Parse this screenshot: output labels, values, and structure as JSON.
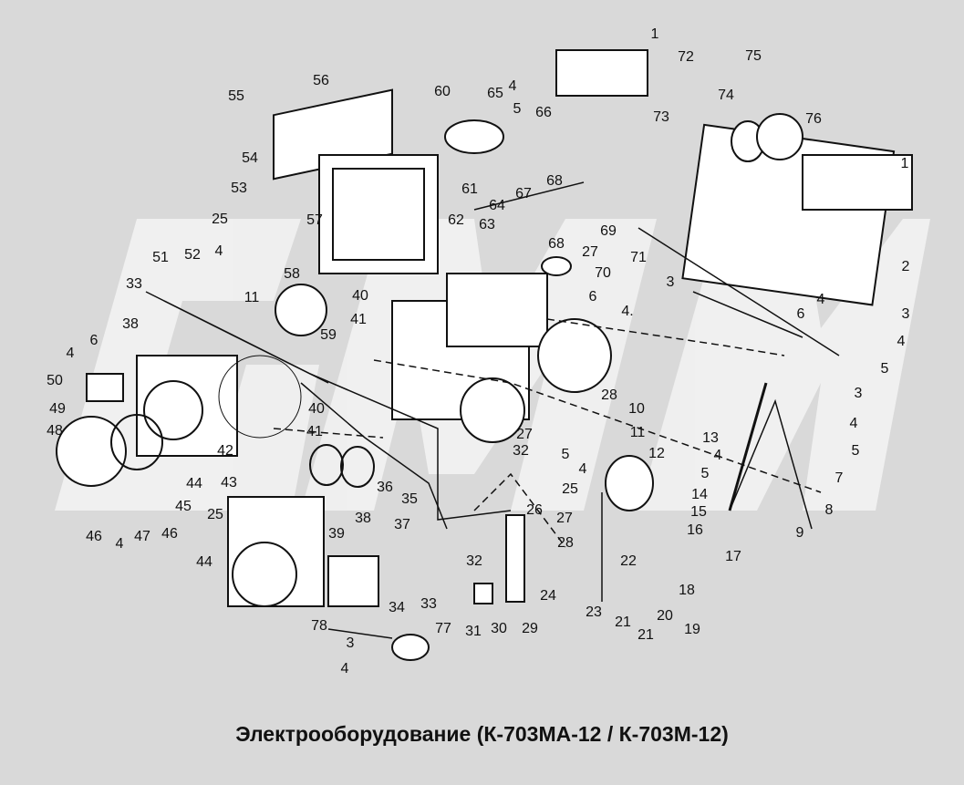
{
  "title": "Электрооборудование (К-703МА-12 / К-703М-12)",
  "callouts": [
    "1",
    "72",
    "65",
    "4",
    "5",
    "60",
    "66",
    "56",
    "55",
    "75",
    "74",
    "76",
    "73",
    "1",
    "54",
    "61",
    "67",
    "68",
    "53",
    "64",
    "62",
    "63",
    "25",
    "57",
    "69",
    "68",
    "27",
    "4",
    "52",
    "51",
    "58",
    "70",
    "71",
    "3",
    "2",
    "33",
    "11",
    "6",
    "4.",
    "4",
    "6",
    "3",
    "40",
    "41",
    "59",
    "38",
    "4",
    "5",
    "6",
    "4",
    "50",
    "28",
    "10",
    "3",
    "4",
    "5",
    "7",
    "8",
    "9",
    "40",
    "41",
    "27",
    "32",
    "5",
    "4",
    "25",
    "11",
    "13",
    "4",
    "12",
    "5",
    "14",
    "15",
    "16",
    "17",
    "49",
    "48",
    "42",
    "44",
    "43",
    "36",
    "35",
    "45",
    "46",
    "4",
    "47",
    "46",
    "25",
    "39",
    "38",
    "37",
    "26",
    "27",
    "28",
    "32",
    "22",
    "44",
    "24",
    "18",
    "33",
    "34",
    "31",
    "30",
    "29",
    "23",
    "21",
    "20",
    "21",
    "19",
    "78",
    "77",
    "3",
    "4"
  ]
}
